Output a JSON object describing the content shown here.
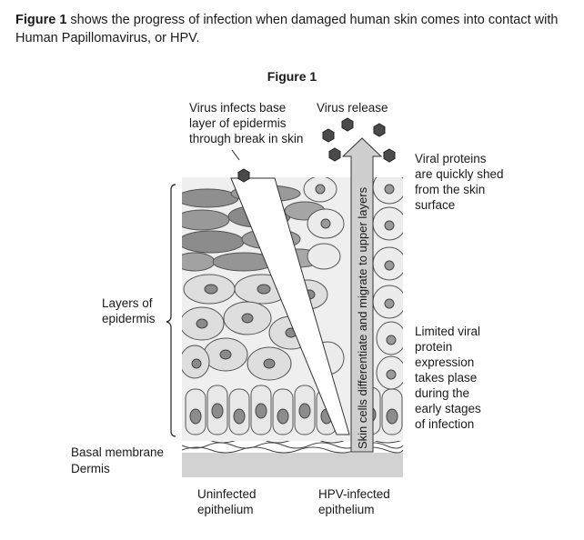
{
  "intro": {
    "figure_ref": "Figure 1",
    "text": " shows the progress of infection when damaged human skin comes into contact with Human Papillomavirus, or HPV."
  },
  "figure": {
    "title": "Figure 1",
    "labels": {
      "virus_infects": [
        "Virus infects base",
        "layer of epidermis",
        "through break in skin"
      ],
      "virus_release": "Virus release",
      "viral_proteins": [
        "Viral proteins",
        "are quickly shed",
        "from the skin",
        "surface"
      ],
      "layers": [
        "Layers of",
        "epidermis"
      ],
      "limited": [
        "Limited viral",
        "protein",
        "expression",
        "takes plase",
        "during the",
        "early stages",
        "of infection"
      ],
      "basal": "Basal membrane",
      "dermis": "Dermis",
      "uninfected": [
        "Uninfected",
        "epithelium"
      ],
      "infected": [
        "HPV-infected",
        "epithelium"
      ],
      "arrow_text": "Skin cells differentiate and migrate to upper layers"
    }
  }
}
